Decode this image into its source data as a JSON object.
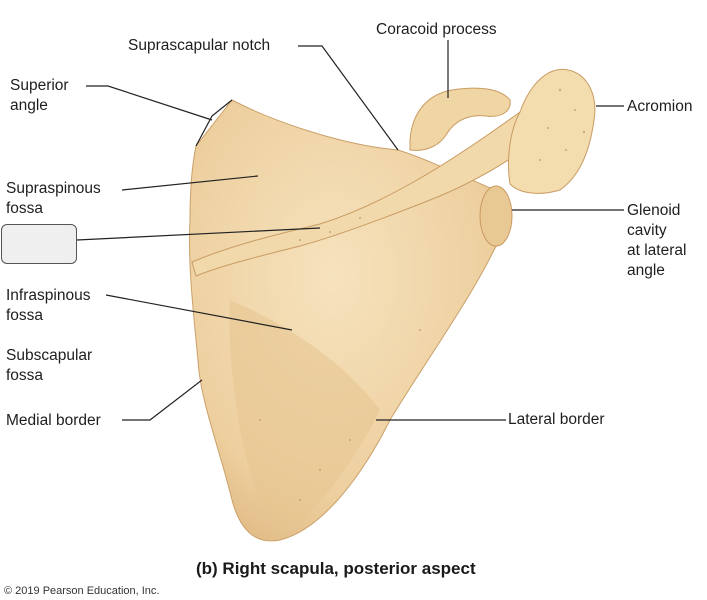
{
  "labels": {
    "coracoid_process": "Coracoid process",
    "suprascapular_notch": "Suprascapular notch",
    "superior_angle": [
      "Superior",
      "angle"
    ],
    "acromion": "Acromion",
    "supraspinous_fossa": [
      "Supraspinous",
      "fossa"
    ],
    "glenoid_cavity": [
      "Glenoid",
      "cavity",
      "at lateral",
      "angle"
    ],
    "infraspinous_fossa": [
      "Infraspinous",
      "fossa"
    ],
    "subscapular_fossa": [
      "Subscapular",
      "fossa"
    ],
    "medial_border": "Medial border",
    "lateral_border": "Lateral border"
  },
  "caption": "(b)  Right scapula, posterior aspect",
  "copyright": "© 2019 Pearson Education, Inc.",
  "colors": {
    "bone": "#f0d6a8",
    "bone_shadow": "#d9b27a",
    "leader_line": "#222222",
    "answer_box": "#efefef"
  }
}
